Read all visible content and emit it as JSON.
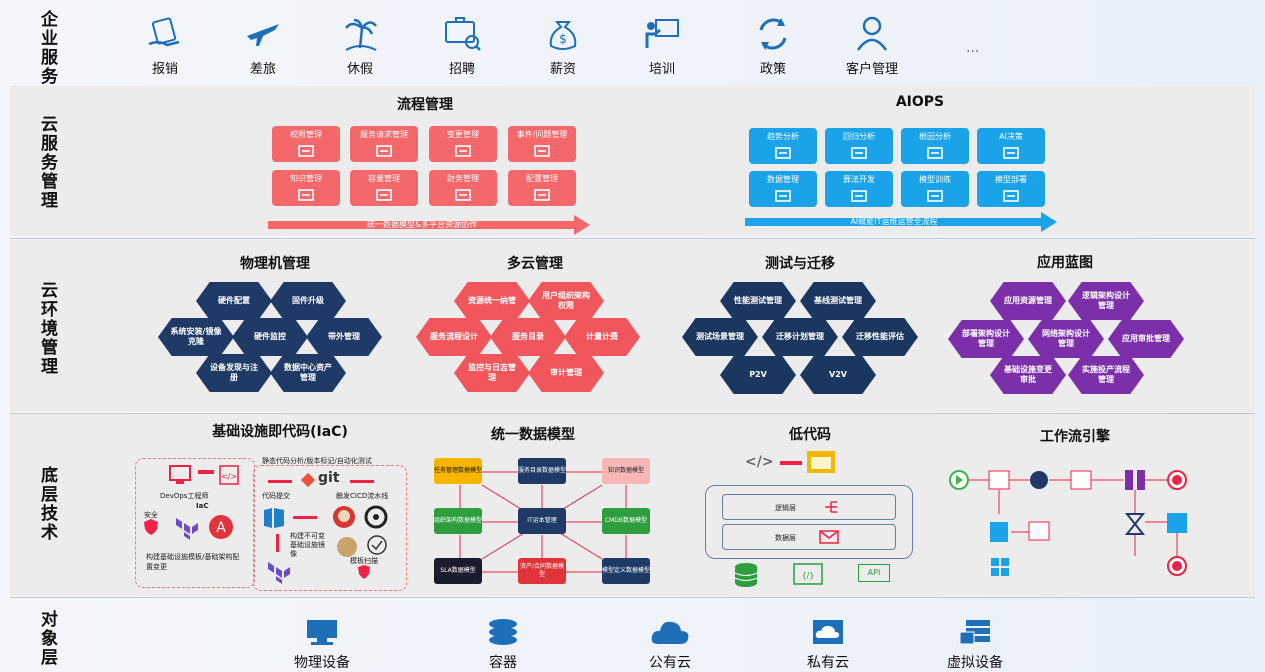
{
  "rows": {
    "enterprise": "企业服务",
    "cloud_service": "云服务管理",
    "cloud_env": "云环境管理",
    "foundation": "底层技术",
    "object": "对象层"
  },
  "enterprise_services": [
    {
      "label": "报销",
      "icon": "reimburse-icon"
    },
    {
      "label": "差旅",
      "icon": "airplane-icon"
    },
    {
      "label": "休假",
      "icon": "palm-tree-icon"
    },
    {
      "label": "招聘",
      "icon": "recruit-icon"
    },
    {
      "label": "薪资",
      "icon": "money-bag-icon"
    },
    {
      "label": "培训",
      "icon": "training-icon"
    },
    {
      "label": "政策",
      "icon": "cycle-icon"
    },
    {
      "label": "客户管理",
      "icon": "customer-icon"
    }
  ],
  "ellipsis": "...",
  "process_mgmt": {
    "title": "流程管理",
    "cards": [
      "权限管理",
      "服务请求管理",
      "变更管理",
      "事件/问题管理",
      "知识管理",
      "容量管理",
      "财务管理",
      "配置管理"
    ],
    "arrow_text": "统一数据模型&多平台资源协作"
  },
  "aiops": {
    "title": "AIOPS",
    "cards": [
      "趋势分析",
      "回归分析",
      "根因分析",
      "AI决策",
      "数据管理",
      "算法开发",
      "模型训练",
      "模型部署"
    ],
    "arrow_text": "AI赋能IT运维运营全流程"
  },
  "physical": {
    "title": "物理机管理",
    "hexes": [
      "硬件配置",
      "固件升级",
      "系统安装/镜像克隆",
      "硬件监控",
      "带外管理",
      "设备发现与注册",
      "数据中心资产管理"
    ]
  },
  "multicloud": {
    "title": "多云管理",
    "hexes": [
      "资源统一纳管",
      "用户组织架构权限",
      "服务流程设计",
      "服务目录",
      "计量计费",
      "监控与日志管理",
      "审计管理"
    ]
  },
  "migration": {
    "title": "测试与迁移",
    "hexes": [
      "性能测试管理",
      "基线测试管理",
      "测试场景管理",
      "迁移计划管理",
      "迁移性能评估",
      "P2V",
      "V2V"
    ]
  },
  "blueprint": {
    "title": "应用蓝图",
    "hexes": [
      "应用资源管理",
      "逻辑架构设计管理",
      "部署架构设计管理",
      "网络架构设计管理",
      "应用审批管理",
      "基础设施变更审批",
      "实施投产流程管理"
    ]
  },
  "iac": {
    "title": "基础设施即代码(IaC)",
    "devops": "DevOps工程师",
    "iac_label": "IaC",
    "security": "安全",
    "build_note": "构建基础设施模板/基础架构配置变更",
    "static": "静态代码分析/版本标记/自动化测试",
    "git": "git",
    "commit": "代码提交",
    "cicd": "触发CICD流水线",
    "immutable": "构建不可变基础设施镜像",
    "scan": "模板扫描"
  },
  "data_model": {
    "title": "统一数据模型",
    "boxes": [
      "任务管理数据模型",
      "服务目录数据模型",
      "知识数据模型",
      "组织架构数据模型",
      "IT运本管理",
      "CMDB数据模型",
      "SLA数据模型",
      "资产/合同数据模型",
      "模型定义数据模型"
    ]
  },
  "lowcode": {
    "title": "低代码",
    "code_symbol": "</>",
    "logic": "逻辑层",
    "data": "数据层",
    "api": "API"
  },
  "workflow": {
    "title": "工作流引擎"
  },
  "objects": [
    {
      "label": "物理设备",
      "icon": "monitor-icon"
    },
    {
      "label": "容器",
      "icon": "container-icon"
    },
    {
      "label": "公有云",
      "icon": "cloud-icon"
    },
    {
      "label": "私有云",
      "icon": "private-cloud-icon"
    },
    {
      "label": "虚拟设备",
      "icon": "server-stack-icon"
    }
  ],
  "colors": {
    "red": "#f4676a",
    "blue": "#1aa3e8",
    "navy": "#1f3a66",
    "purple": "#7b2fa8",
    "coral": "#f0565c"
  }
}
